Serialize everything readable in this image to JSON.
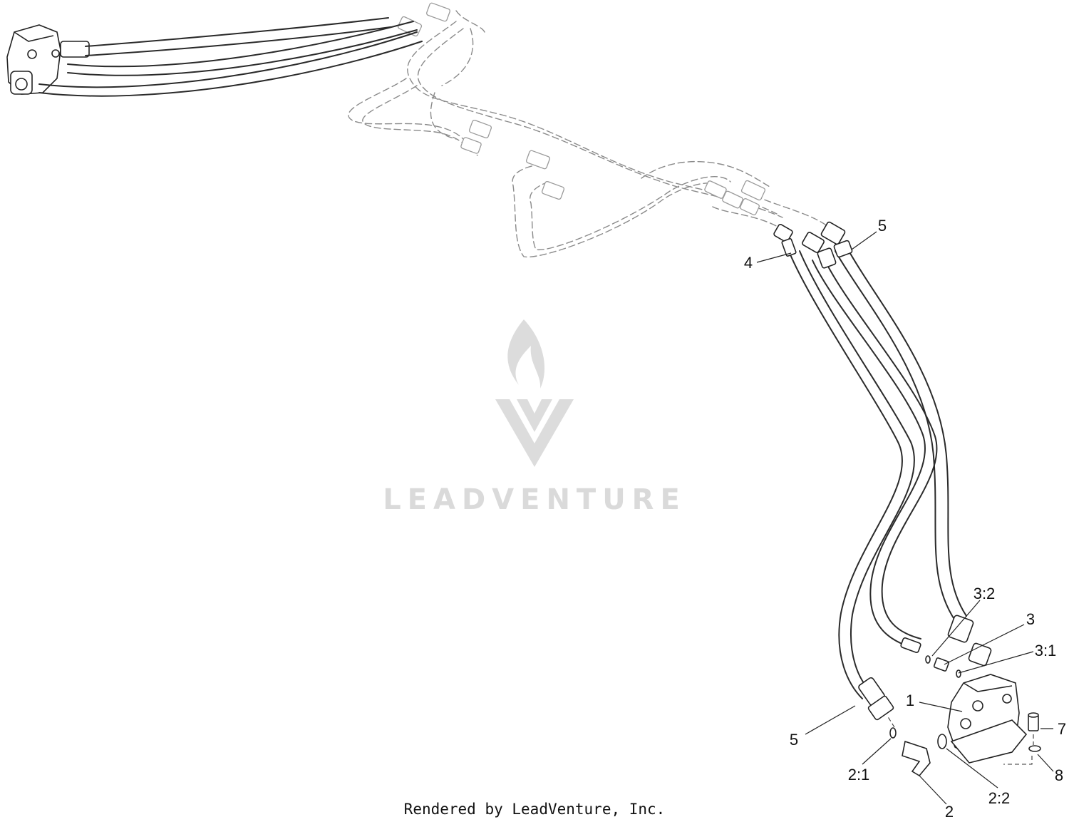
{
  "watermark": {
    "text": "LEADVENTURE"
  },
  "footer": {
    "text": "Rendered by LeadVenture, Inc."
  },
  "callouts": [
    "1",
    "2",
    "2:1",
    "2:2",
    "3",
    "3:1",
    "3:2",
    "4",
    "5",
    "5",
    "7",
    "8"
  ]
}
